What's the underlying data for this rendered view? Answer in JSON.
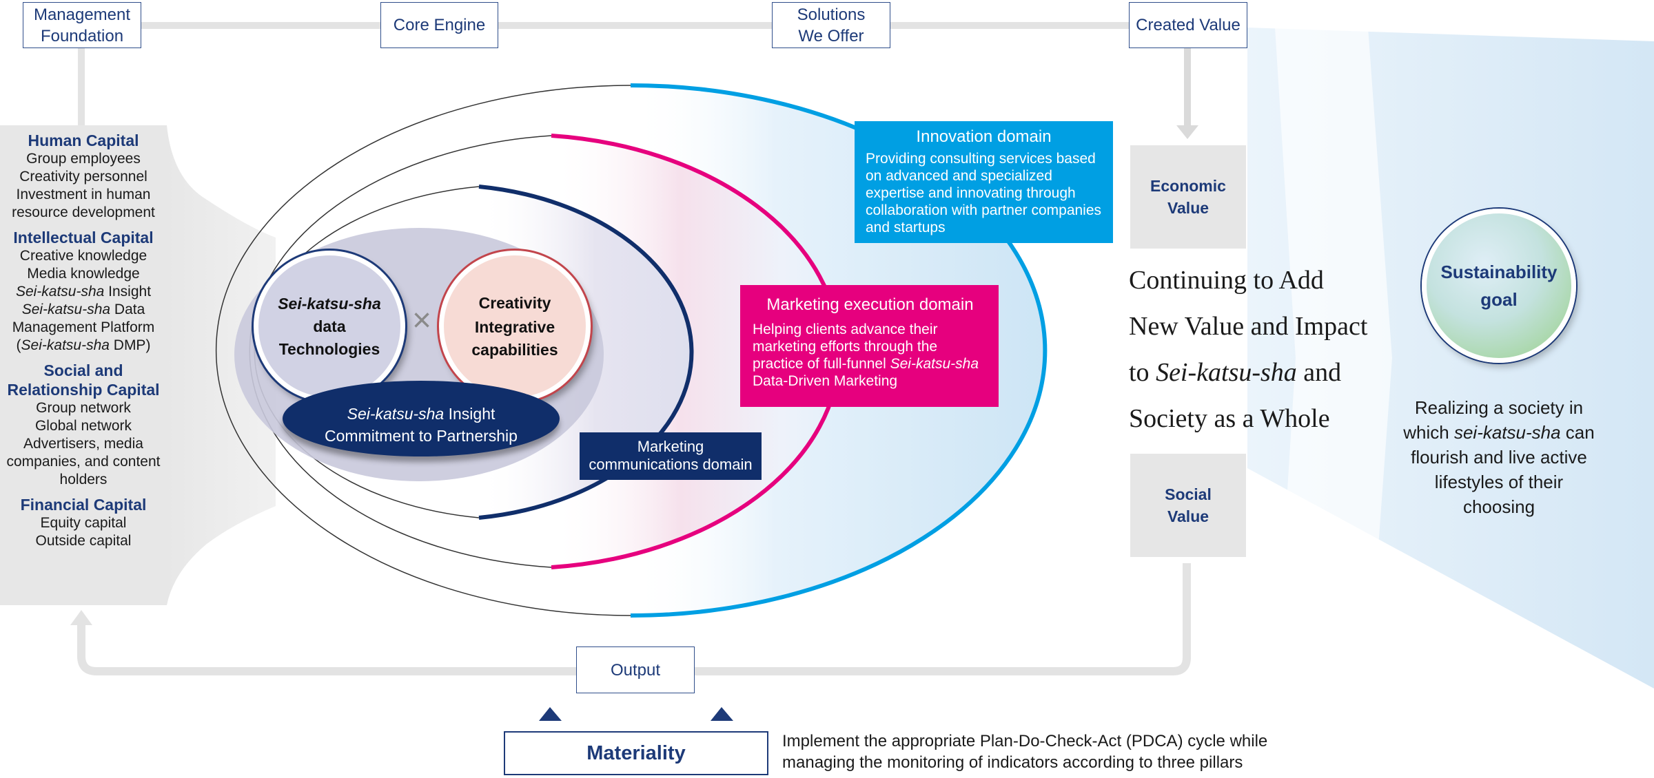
{
  "header": {
    "management_foundation": "Management\nFoundation",
    "core_engine": "Core Engine",
    "solutions_we_offer": "Solutions\nWe Offer",
    "created_value": "Created Value"
  },
  "capitals": [
    {
      "title": "Human Capital",
      "items": [
        {
          "parts": [
            {
              "t": "Group employees"
            }
          ]
        },
        {
          "parts": [
            {
              "t": "Creativity personnel"
            }
          ]
        },
        {
          "parts": [
            {
              "t": "Investment in human"
            }
          ]
        },
        {
          "parts": [
            {
              "t": "resource development"
            }
          ]
        }
      ]
    },
    {
      "title": "Intellectual Capital",
      "items": [
        {
          "parts": [
            {
              "t": "Creative knowledge"
            }
          ]
        },
        {
          "parts": [
            {
              "t": "Media knowledge"
            }
          ]
        },
        {
          "parts": [
            {
              "t": "Sei-katsu-sha",
              "i": true
            },
            {
              "t": " Insight"
            }
          ]
        },
        {
          "parts": [
            {
              "t": "Sei-katsu-sha",
              "i": true
            },
            {
              "t": " Data"
            }
          ]
        },
        {
          "parts": [
            {
              "t": "Management Platform"
            }
          ]
        },
        {
          "parts": [
            {
              "t": "("
            },
            {
              "t": "Sei-katsu-sha",
              "i": true
            },
            {
              "t": " DMP)"
            }
          ]
        }
      ]
    },
    {
      "title": "Social and Relationship Capital",
      "items": [
        {
          "parts": [
            {
              "t": "Group network"
            }
          ]
        },
        {
          "parts": [
            {
              "t": "Global network"
            }
          ]
        },
        {
          "parts": [
            {
              "t": "Advertisers, media"
            }
          ]
        },
        {
          "parts": [
            {
              "t": "companies, and content"
            }
          ]
        },
        {
          "parts": [
            {
              "t": "holders"
            }
          ]
        }
      ]
    },
    {
      "title": "Financial Capital",
      "items": [
        {
          "parts": [
            {
              "t": "Equity capital"
            }
          ]
        },
        {
          "parts": [
            {
              "t": "Outside capital"
            }
          ]
        }
      ]
    }
  ],
  "core": {
    "data_circle": {
      "line1": "Sei-katsu-sha",
      "line2": "data",
      "line3": "Technologies"
    },
    "times_symbol": "×",
    "creativity_circle": {
      "line1": "Creativity",
      "line2": "Integrative",
      "line3": "capabilities"
    },
    "insight": {
      "italic": "Sei-katsu-sha",
      "rest": " Insight",
      "line2": "Commitment to Partnership"
    }
  },
  "domains": {
    "marcom": {
      "title": "Marketing\ncommunications domain"
    },
    "marketing": {
      "title": "Marketing execution domain",
      "desc_parts": [
        {
          "t": "Helping clients advance their marketing efforts through the practice of full-funnel "
        },
        {
          "t": "Sei-katsu-sha",
          "i": true
        },
        {
          "t": " Data-Driven Marketing"
        }
      ]
    },
    "innovation": {
      "title": "Innovation domain",
      "desc": "Providing consulting services based on advanced and specialized expertise and innovating through collaboration with partner companies and startups"
    }
  },
  "values": {
    "economic": "Economic\nValue",
    "social": "Social\nValue"
  },
  "headline": {
    "line1": "Continuing to Add",
    "line2": "New Value and Impact",
    "line3_pre": "to ",
    "line3_italic": "Sei-katsu-sha",
    "line3_post": " and",
    "line4": "Society as a Whole"
  },
  "sustainability": {
    "goal_label": "Sustainability\ngoal",
    "desc_parts": [
      {
        "t": "Realizing a society in which "
      },
      {
        "t": "sei-katsu-sha",
        "i": true
      },
      {
        "t": " can flourish and live active lifestyles of their choosing"
      }
    ]
  },
  "footer": {
    "output": "Output",
    "materiality": "Materiality",
    "pdca": "Implement the appropriate Plan-Do-Check-Act (PDCA) cycle while managing the monitoring of indicators according to three pillars"
  },
  "colors": {
    "navy": "#1d3a78",
    "dark_navy": "#102e6a",
    "magenta": "#e6007e",
    "cyan": "#009fe3",
    "panel_gray": "#e7e7e7"
  }
}
